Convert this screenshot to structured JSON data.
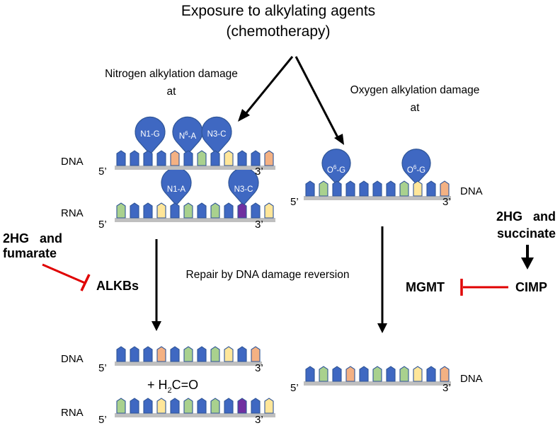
{
  "title_line1": "Exposure to alkylating agents",
  "title_line2": "(chemotherapy)",
  "nitrogen_label_line1": "Nitrogen alkylation damage",
  "nitrogen_label_line2": "at",
  "oxygen_label_line1": "Oxygen alkylation damage",
  "oxygen_label_line2": "at",
  "repair_label": "Repair by DNA damage reversion",
  "strand_dna": "DNA",
  "strand_rna": "RNA",
  "end5": "5’",
  "end3": "3’",
  "inhibitor_left_line1": "2HG   and",
  "inhibitor_left_line2": "fumarate",
  "alkbs": "ALKBs",
  "inhibitor_right_line1": "2HG   and",
  "inhibitor_right_line2": "succinate",
  "mgmt": "MGMT",
  "cimp": "CIMP",
  "adducts": {
    "n1g": "N1-G",
    "n6a_n": "N",
    "n6a_sup": "6",
    "n6a_rest": "-A",
    "n3c": "N3-C",
    "n1a": "N1-A",
    "rna_n3c": "N3-C",
    "o6g_o": "O",
    "o6g_sup": "6",
    "o6g_rest": "-G"
  },
  "byproduct": {
    "prefix": "+ H",
    "subscript": "2",
    "suffix": "C=O"
  },
  "colors": {
    "blue": "#3f68c2",
    "blue_stroke": "#2f5597",
    "green": "#a9d18e",
    "orange": "#f4b183",
    "yellow": "#ffe699",
    "purple": "#7030a0",
    "backbone": "#bfbfbf",
    "inhibit_red": "#e00000"
  }
}
